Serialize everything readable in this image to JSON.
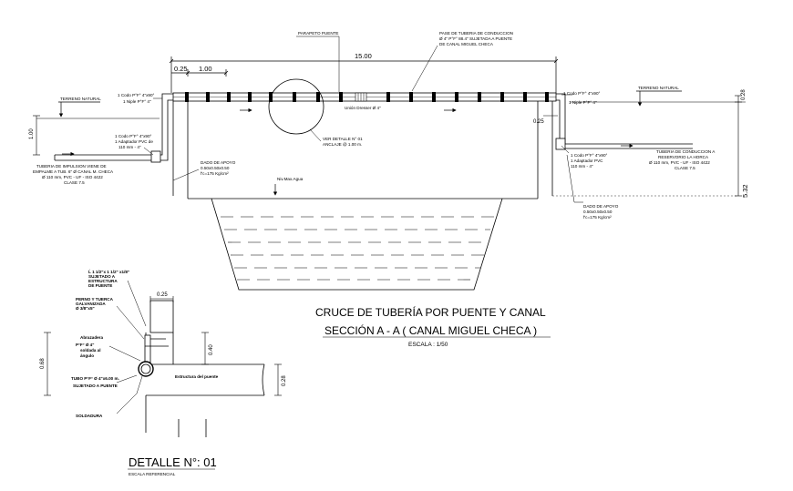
{
  "main_section": {
    "dims": {
      "span_total": "15.00",
      "offset_left": "0.25",
      "spacing": "1.00",
      "left_height": "1.00",
      "right_gap": "0.25",
      "right_top": "0.28",
      "total_height": "5.32"
    },
    "labels": {
      "parapeto": "PARAPETO PUENTE",
      "pase_tuberia_1": "PASE DE TUBERIA DE CONDUCCION",
      "pase_tuberia_2": "Ø 4\" P°F° 88.4\" SUJETADA A PUENTE",
      "pase_tuberia_3": "DE CANAL MIGUEL CHECA",
      "terreno_left": "TERRENO NATURAL",
      "terreno_right": "TERRENO NATURAL",
      "codo_left_top_1": "1 Codo P°F° 4\"x90°",
      "codo_left_top_2": "1 Niple P°F° 4\"",
      "codo_left_bot_1": "1 Codo P°F° 4\"x90°",
      "codo_left_bot_2": "1 Adaptador PVC de",
      "codo_left_bot_3": "110 mm - 4\"",
      "codo_right_top_1": "1 Codo P°F° 4\"x90°",
      "codo_right_top_2": "1 Niple P°F° 4\"",
      "codo_right_bot_1": "1 Codo P°F° 4\"x90°",
      "codo_right_bot_2": "1 Adaptador PVC",
      "codo_right_bot_3": "110 mm - 4\"",
      "union_dresser": "Unión Dresser Ø 4\"",
      "ver_detalle_1": "VER DETALLE N° 01",
      "ver_detalle_2": "ANCLAJE @ 1.00 m.",
      "impulsion_1": "TUBERIA DE IMPULSION VIENE DE",
      "impulsion_2": "EMPALME A TUB. 6\" Ø CANAL M. CHECA",
      "impulsion_3": "Ø 110 mm, PVC - UF - ISO 4422",
      "impulsion_4": "CLASE 7.5",
      "dado_left_1": "DADO DE APOYO",
      "dado_left_2": "0.50x0.50x0.50",
      "dado_left_3": "f'c=175 Kg/cm²",
      "nivel_agua": "Niv.Max.Agua",
      "conduccion_1": "TUBERIA DE CONDUCCION A",
      "conduccion_2": "RESERVORIO LA HORCA",
      "conduccion_3": "Ø 110 mm, PVC - UF - ISO 4422",
      "conduccion_4": "CLASE 7.5",
      "dado_right_1": "DADO DE APOYO",
      "dado_right_2": "0.50x0.50x0.50",
      "dado_right_3": "f'c=175 Kg/cm²"
    }
  },
  "title_block": {
    "title_line_1": "CRUCE DE TUBERÍA POR PUENTE Y CANAL",
    "title_line_2": "SECCIÓN A - A ( CANAL MIGUEL CHECA )",
    "escala": "ESCALA : 1/50"
  },
  "detail": {
    "dims": {
      "top_width": "0.25",
      "left_height": "0.68",
      "mid_height": "0.40",
      "right_height": "0.28"
    },
    "labels": {
      "angulo_1": "Ĺ 1 1/2\"x 1 1/2\" x1/8\"",
      "angulo_2": "SUJETADO A",
      "angulo_3": "ESTRUCTURA",
      "angulo_4": "DE PUENTE",
      "perno_1": "PERNO Y TUERCA",
      "perno_2": "GALVANIZADA",
      "perno_3": "Ø 3/8\"x5\"",
      "abrazadera_1": "Abrazadera",
      "abrazadera_2": "P°F° Ø 4\"",
      "abrazadera_3": "soldada al",
      "abrazadera_4": "ángulo",
      "tubo_1": "TUBO P°F° Ø 4\"x6.00 m.",
      "tubo_2": "SUJETADO A PUENTE",
      "soldadura": "SOLDADURA",
      "estructura": "Estructura del puente",
      "title": "DETALLE N°: 01",
      "subtitle": "ESCALA REFERENCIAL"
    }
  }
}
